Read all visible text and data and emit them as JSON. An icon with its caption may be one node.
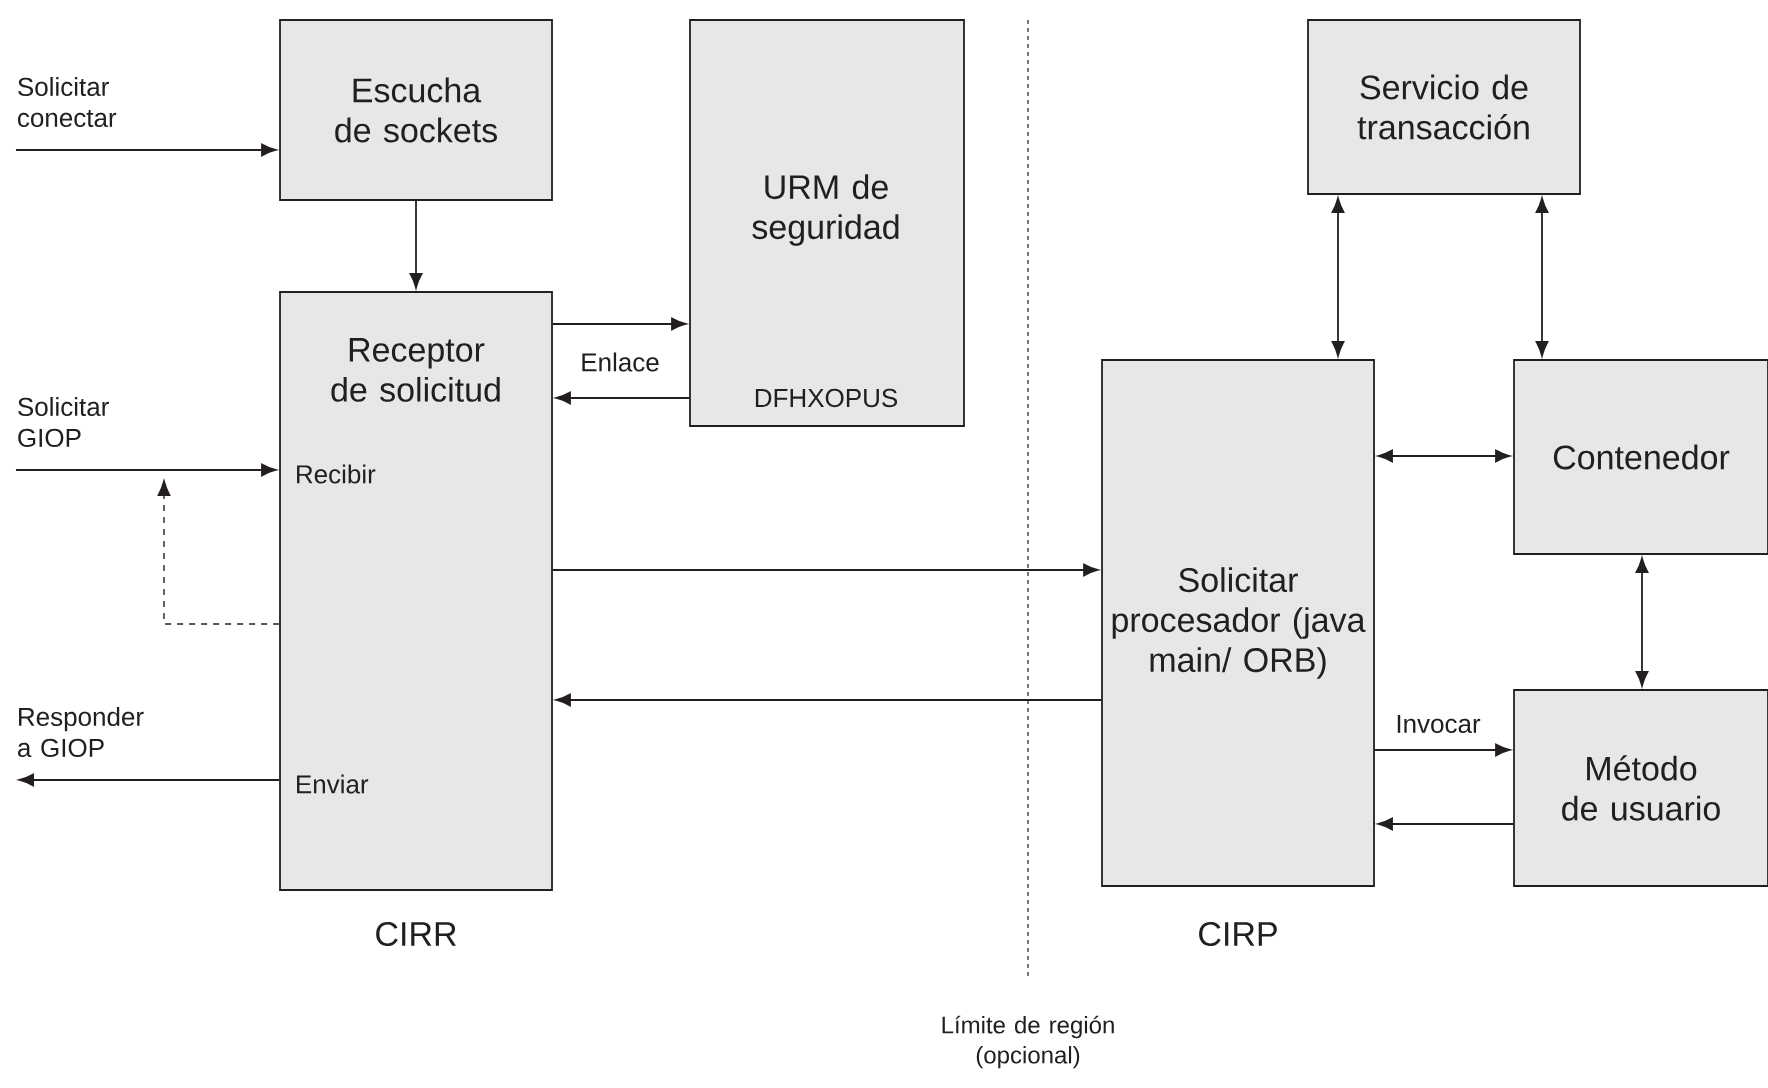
{
  "diagram": {
    "nodes": [
      {
        "text": [
          "Solicitar conectar"
        ]
      },
      {
        "text": [
          "Escucha de sockets"
        ]
      },
      {
        "text": [
          "URM de seguridad",
          "DFHXOPUS"
        ]
      },
      {
        "text": [
          "Servicio de transacción"
        ]
      },
      {
        "text": [
          "Receptor de solicitud",
          "Recibir",
          "Enviar"
        ],
        "beside": [
          "CIRR"
        ]
      },
      {
        "text": [
          "Solicitar GIOP"
        ]
      },
      {
        "text": [
          "Responder a GIOP"
        ]
      },
      {
        "text": [
          "Solicitar procesador (java main/ ORB)"
        ],
        "beside": [
          "CIRP"
        ]
      },
      {
        "text": [
          "Contenedor"
        ]
      },
      {
        "text": [
          "Método de usuario"
        ]
      }
    ],
    "edges": [
      {
        "from": 0,
        "to": 1,
        "arrow": "to"
      },
      {
        "from": 1,
        "to": 4,
        "arrow": "to"
      },
      {
        "from": 4,
        "to": 2,
        "arrow": "to",
        "label": "Enlace"
      },
      {
        "from": 2,
        "to": 4,
        "arrow": "to"
      },
      {
        "from": 5,
        "to": 4,
        "arrow": "to"
      },
      {
        "from": 4,
        "to": null,
        "arrow": "to",
        "style": "dashed"
      },
      {
        "from": 4,
        "to": 6,
        "arrow": "to"
      },
      {
        "from": 4,
        "to": 7,
        "arrow": "to"
      },
      {
        "from": 7,
        "to": 4,
        "arrow": "to"
      },
      {
        "from": 3,
        "to": 7,
        "arrow": "both"
      },
      {
        "from": 3,
        "to": 8,
        "arrow": "both"
      },
      {
        "from": 7,
        "to": 8,
        "arrow": "both"
      },
      {
        "from": 8,
        "to": 9,
        "arrow": "both"
      },
      {
        "from": 7,
        "to": 9,
        "arrow": "to",
        "label": "Invocar"
      },
      {
        "from": 9,
        "to": 7,
        "arrow": "to"
      }
    ],
    "labels": [
      "Límite de región (opcional)"
    ]
  }
}
